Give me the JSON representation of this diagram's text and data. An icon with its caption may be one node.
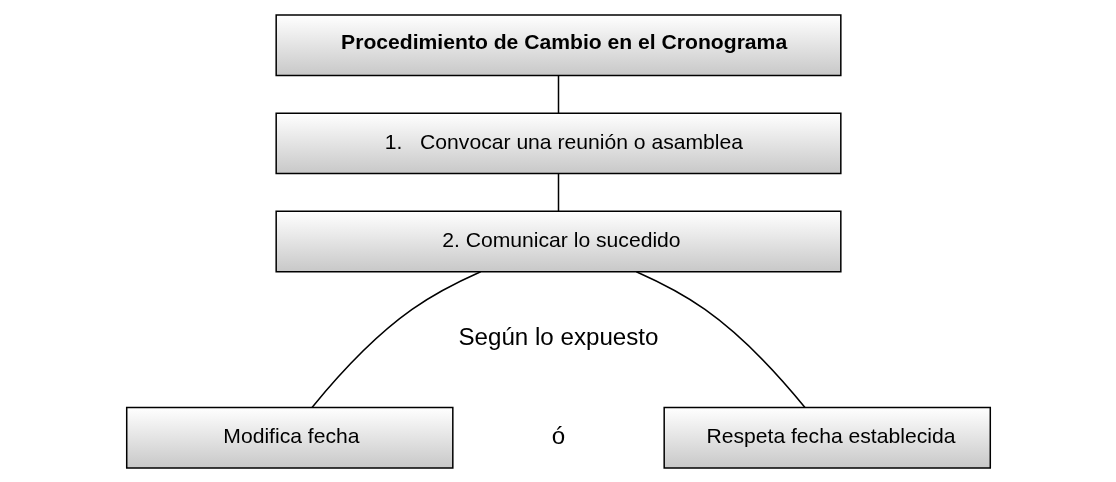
{
  "diagram": {
    "nodes": [
      {
        "text": [
          "Procedimiento de Cambio en el Cronograma"
        ]
      },
      {
        "text": [
          "1.   Convocar una reunión o asamblea"
        ]
      },
      {
        "text": [
          "2. Comunicar lo sucedido"
        ]
      },
      {
        "text": [
          "Modifica fecha"
        ]
      },
      {
        "text": [
          "Respeta fecha establecida"
        ]
      }
    ],
    "edges": [
      {
        "from": 0,
        "to": 1,
        "arrow": "none"
      },
      {
        "from": 1,
        "to": 2,
        "arrow": "none"
      },
      {
        "from": 2,
        "to": 3,
        "arrow": "none"
      },
      {
        "from": 2,
        "to": 4,
        "arrow": "none"
      }
    ],
    "labels": [
      "Según lo expuesto",
      "ó"
    ]
  }
}
